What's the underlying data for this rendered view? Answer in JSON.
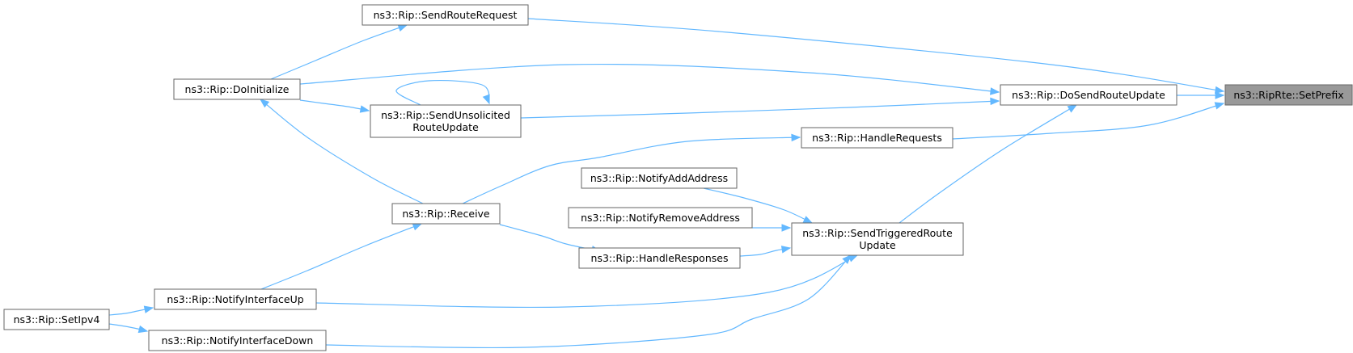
{
  "diagram": {
    "nodes": [
      {
        "id": "setprefix",
        "lines": [
          "ns3::RipRte::SetPrefix"
        ],
        "highlighted": true,
        "clickable": false
      },
      {
        "id": "sendrouterequest",
        "lines": [
          "ns3::Rip::SendRouteRequest"
        ],
        "highlighted": false,
        "clickable": true
      },
      {
        "id": "doinitialize",
        "lines": [
          "ns3::Rip::DoInitialize"
        ],
        "highlighted": false,
        "clickable": true
      },
      {
        "id": "dosendrouteupdate",
        "lines": [
          "ns3::Rip::DoSendRouteUpdate"
        ],
        "highlighted": false,
        "clickable": true
      },
      {
        "id": "sendunsolicited",
        "lines": [
          "ns3::Rip::SendUnsolicited",
          "RouteUpdate"
        ],
        "highlighted": false,
        "clickable": true
      },
      {
        "id": "handlerequests",
        "lines": [
          "ns3::Rip::HandleRequests"
        ],
        "highlighted": false,
        "clickable": true
      },
      {
        "id": "notifyaddaddress",
        "lines": [
          "ns3::Rip::NotifyAddAddress"
        ],
        "highlighted": false,
        "clickable": true
      },
      {
        "id": "receive",
        "lines": [
          "ns3::Rip::Receive"
        ],
        "highlighted": false,
        "clickable": true
      },
      {
        "id": "notifyremoveaddress",
        "lines": [
          "ns3::Rip::NotifyRemoveAddress"
        ],
        "highlighted": false,
        "clickable": true
      },
      {
        "id": "sendtriggered",
        "lines": [
          "ns3::Rip::SendTriggeredRoute",
          "Update"
        ],
        "highlighted": false,
        "clickable": true
      },
      {
        "id": "handleresponses",
        "lines": [
          "ns3::Rip::HandleResponses"
        ],
        "highlighted": false,
        "clickable": true
      },
      {
        "id": "notifyinterfaceup",
        "lines": [
          "ns3::Rip::NotifyInterfaceUp"
        ],
        "highlighted": false,
        "clickable": true
      },
      {
        "id": "setipv4",
        "lines": [
          "ns3::Rip::SetIpv4"
        ],
        "highlighted": false,
        "clickable": true
      },
      {
        "id": "notifyinterfacedown",
        "lines": [
          "ns3::Rip::NotifyInterfaceDown"
        ],
        "highlighted": false,
        "clickable": true
      }
    ],
    "edges": [
      {
        "from": "sendrouterequest",
        "to": "setprefix"
      },
      {
        "from": "doinitialize",
        "to": "sendrouterequest"
      },
      {
        "from": "doinitialize",
        "to": "dosendrouteupdate"
      },
      {
        "from": "doinitialize",
        "to": "sendunsolicited"
      },
      {
        "from": "dosendrouteupdate",
        "to": "setprefix"
      },
      {
        "from": "sendunsolicited",
        "to": "dosendrouteupdate"
      },
      {
        "from": "sendunsolicited",
        "to": "sendunsolicited"
      },
      {
        "from": "handlerequests",
        "to": "setprefix"
      },
      {
        "from": "receive",
        "to": "handlerequests"
      },
      {
        "from": "receive",
        "to": "doinitialize"
      },
      {
        "from": "sendtriggered",
        "to": "dosendrouteupdate"
      },
      {
        "from": "notifyaddaddress",
        "to": "sendtriggered"
      },
      {
        "from": "notifyremoveaddress",
        "to": "sendtriggered"
      },
      {
        "from": "handleresponses",
        "to": "sendtriggered"
      },
      {
        "from": "receive",
        "to": "handleresponses"
      },
      {
        "from": "notifyinterfaceup",
        "to": "sendtriggered"
      },
      {
        "from": "notifyinterfaceup",
        "to": "receive"
      },
      {
        "from": "notifyinterfacedown",
        "to": "sendtriggered"
      },
      {
        "from": "setipv4",
        "to": "notifyinterfaceup"
      },
      {
        "from": "setipv4",
        "to": "notifyinterfacedown"
      }
    ],
    "colors": {
      "edge": "#63b8ff",
      "node_border": "#666666",
      "node_fill": "#ffffff",
      "highlight_fill": "#999999"
    }
  }
}
